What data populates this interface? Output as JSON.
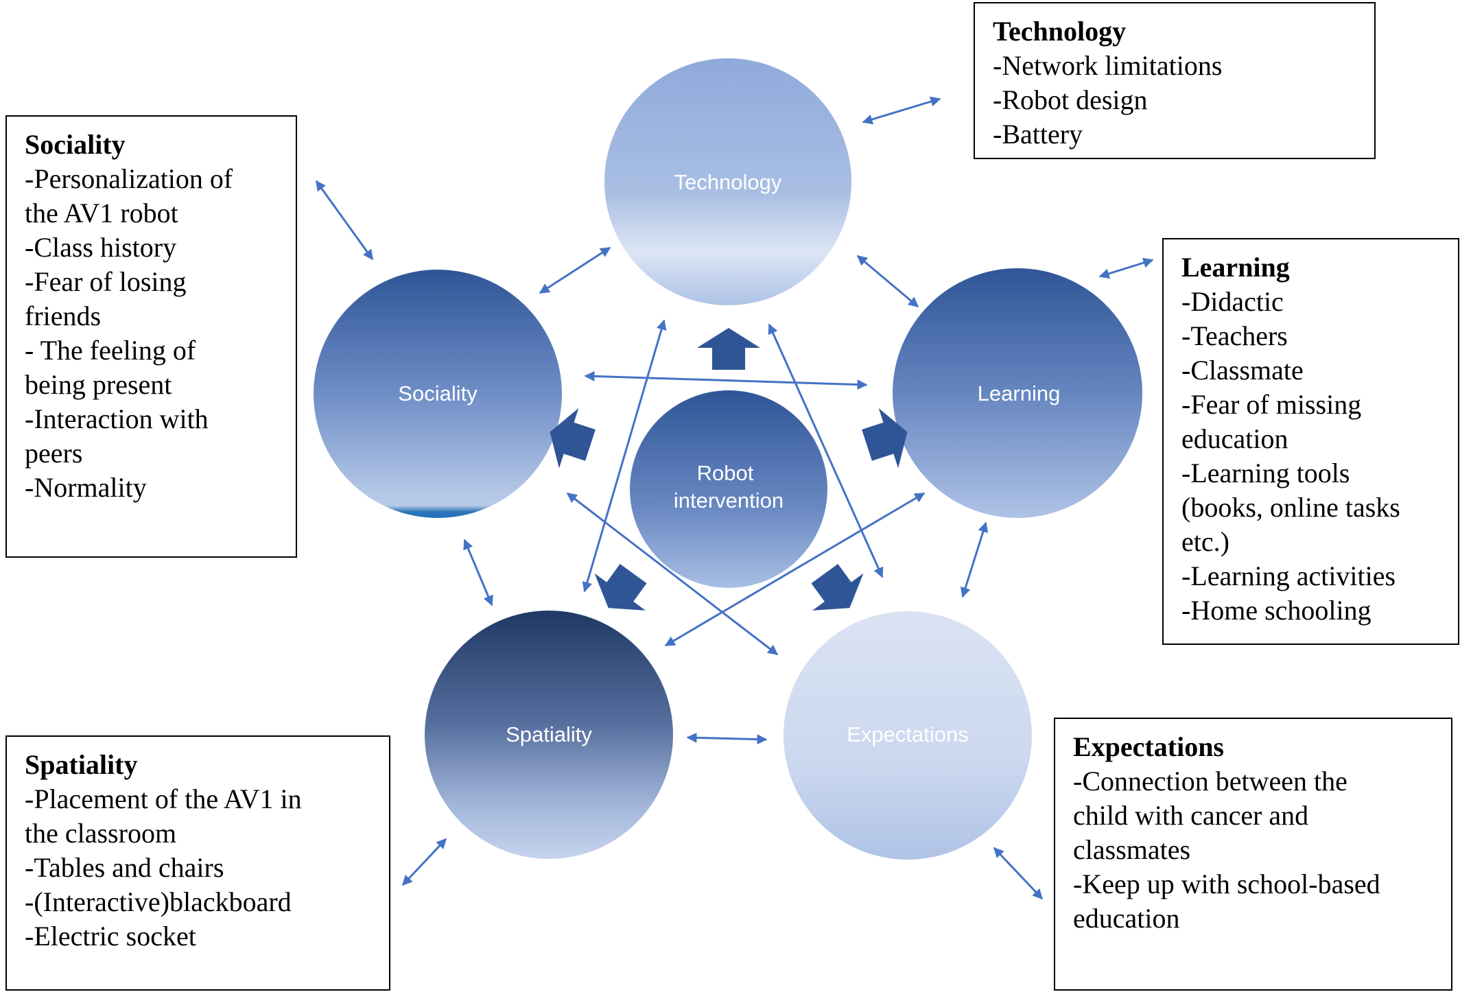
{
  "circles": {
    "technology": "Technology",
    "sociality": "Sociality",
    "learning": "Learning",
    "spatiality": "Spatiality",
    "expectations": "Expectations",
    "center_line1": "Robot",
    "center_line2": "intervention"
  },
  "boxes": {
    "technology": {
      "title": "Technology",
      "items": [
        "-Network limitations",
        "-Robot design",
        "-Battery"
      ]
    },
    "sociality": {
      "title": "Sociality",
      "items": [
        "-Personalization of",
        "the AV1 robot",
        "-Class history",
        "-Fear of losing",
        "friends",
        "- The feeling of",
        "being present",
        "-Interaction with",
        "peers",
        "-Normality"
      ]
    },
    "learning": {
      "title": "Learning",
      "items": [
        "-Didactic",
        "-Teachers",
        "-Classmate",
        "-Fear of missing",
        "education",
        "-Learning tools",
        "(books, online tasks",
        "etc.)",
        "-Learning activities",
        "-Home schooling"
      ]
    },
    "spatiality": {
      "title": "Spatiality",
      "items": [
        "-Placement of the AV1 in",
        "the classroom",
        "-Tables and chairs",
        "-(Interactive)blackboard",
        "-Electric socket"
      ]
    },
    "expectations": {
      "title": "Expectations",
      "items": [
        "-Connection between the",
        "child with cancer and",
        "classmates",
        "-Keep up with school-based",
        "education"
      ]
    }
  },
  "colors": {
    "arrow": "#4472C4",
    "block_arrow": "#2F5597",
    "technology_top": "#8FAADC",
    "technology_bottom": "#C5D3ED",
    "sociality_top": "#2F5597",
    "sociality_bottom": "#B4C7E7",
    "learning_top": "#2F5597",
    "learning_bottom": "#A9BFE3",
    "spatiality_top": "#203864",
    "spatiality_bottom": "#C5D3ED",
    "expectations_top": "#DAE3F3",
    "expectations_bottom": "#B4C7E7",
    "center_top": "#2F5597",
    "center_bottom": "#A9BFE3"
  }
}
